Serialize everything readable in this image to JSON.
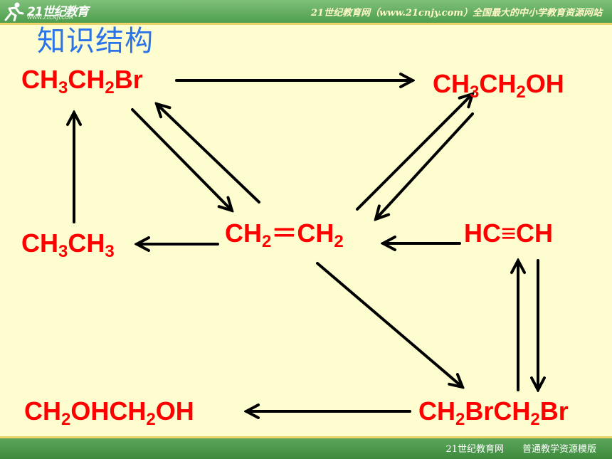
{
  "header": {
    "logo_text": "21世纪教育",
    "logo_sub": "WWW.21CNJY.COM",
    "banner_text": "21世纪教育网（www.21cnjy.com）全国最大的中小学教育资源网站"
  },
  "title": "知识结构",
  "compounds": {
    "ethyl_bromide": {
      "parts": [
        [
          "CH",
          false
        ],
        [
          "3",
          true
        ],
        [
          "CH",
          false
        ],
        [
          "2",
          true
        ],
        [
          "Br",
          false
        ]
      ]
    },
    "ethanol": {
      "parts": [
        [
          "CH",
          false
        ],
        [
          "3",
          true
        ],
        [
          "CH",
          false
        ],
        [
          "2",
          true
        ],
        [
          "OH",
          false
        ]
      ]
    },
    "ethane": {
      "parts": [
        [
          "CH",
          false
        ],
        [
          "3",
          true
        ],
        [
          "CH",
          false
        ],
        [
          "3",
          true
        ]
      ]
    },
    "ethylene": {
      "parts": [
        [
          "CH",
          false
        ],
        [
          "2",
          true
        ],
        [
          "＝",
          false
        ],
        [
          "CH",
          false
        ],
        [
          "2",
          true
        ]
      ]
    },
    "acetylene": {
      "parts": [
        [
          "HC≡CH",
          false
        ]
      ]
    },
    "ethylene_glycol": {
      "parts": [
        [
          "CH",
          false
        ],
        [
          "2",
          true
        ],
        [
          "OHCH",
          false
        ],
        [
          "2",
          true
        ],
        [
          "OH",
          false
        ]
      ]
    },
    "dibromoethane": {
      "parts": [
        [
          "CH",
          false
        ],
        [
          "2",
          true
        ],
        [
          "BrCH",
          false
        ],
        [
          "2",
          true
        ],
        [
          "Br",
          false
        ]
      ]
    }
  },
  "footer": {
    "text": "21世纪教育网　　普通教学资源模版"
  },
  "colors": {
    "background": "#fdfdcf",
    "compound": "#ff0000",
    "title": "#2a73e8",
    "arrow": "#000000",
    "bar": "#4e9e4e"
  }
}
